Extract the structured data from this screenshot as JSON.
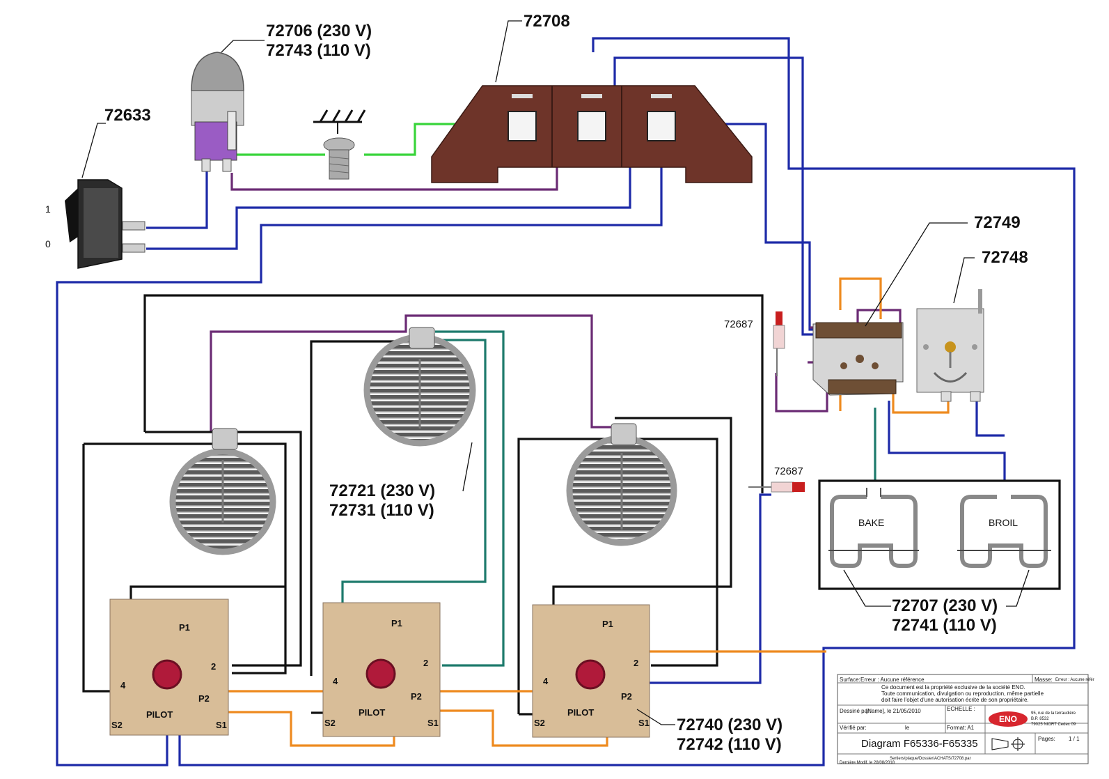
{
  "labels": {
    "oven_lamp_230": "72706 (230 V)",
    "oven_lamp_110": "72743 (110 V)",
    "terminal_block": "72708",
    "main_switch": "72633",
    "switch_pos_1": "1",
    "switch_pos_0": "0",
    "thermostat": "72749",
    "selector_switch": "72748",
    "pilot_lamp_top": "72687",
    "pilot_lamp_mid": "72687",
    "burner_230": "72721 (230 V)",
    "burner_110": "72731 (110 V)",
    "oven_element_230": "72707 (230 V)",
    "oven_element_110": "72741 (110 V)",
    "regulator_230": "72740 (230 V)",
    "regulator_110": "72742 (110 V)",
    "bake": "BAKE",
    "broil": "BROIL"
  },
  "regulator_terminals": {
    "p1": "P1",
    "p2": "P2",
    "t2": "2",
    "t4": "4",
    "s1": "S1",
    "s2": "S2",
    "pilot": "PILOT"
  },
  "title_block": {
    "surface": "Surface:",
    "surface_err": "Erreur : Aucune référence",
    "masse": "Masse:",
    "masse_err": "Erreur : Aucune référ",
    "notice_1": "Ce document est la propriété exclusive de la société ENO.",
    "notice_2": "Toute communication, divulgation ou reproduction, même partielle",
    "notice_3": "doit faire l'objet d'une autorisation écrite de son propriétaire.",
    "drawn_by_label": "Dessiné par:",
    "drawn_by": "[Name], le 21/05/2010",
    "scale_label": "ECHELLE :",
    "checked_label": "Vérifié par:",
    "checked_value": "le",
    "format": "Format: A1",
    "company": "ENO",
    "address_1": "95, rue de la terraudière",
    "address_2": "B.P. 8532",
    "address_3": "79025 NIORT Cedex 09",
    "title": "Diagram F65336-F65335",
    "pages_label": "Pages:",
    "pages": "1 / 1",
    "file_path": "Sertiers/plaque/Dossier/ACHATS/72708.par",
    "last_modified": "Dernière Modif. le 28/08/2018"
  },
  "colors": {
    "wire_blue": "#1d2aa8",
    "wire_black": "#111111",
    "wire_purple": "#6b2b74",
    "wire_green": "#38d43a",
    "wire_teal": "#1d7a6c",
    "wire_orange": "#ee8a1f",
    "terminal_block": "#6e3429",
    "regulator_body": "#d8bd98",
    "regulator_knob": "#b01a3a",
    "eno_red": "#d7262e"
  }
}
